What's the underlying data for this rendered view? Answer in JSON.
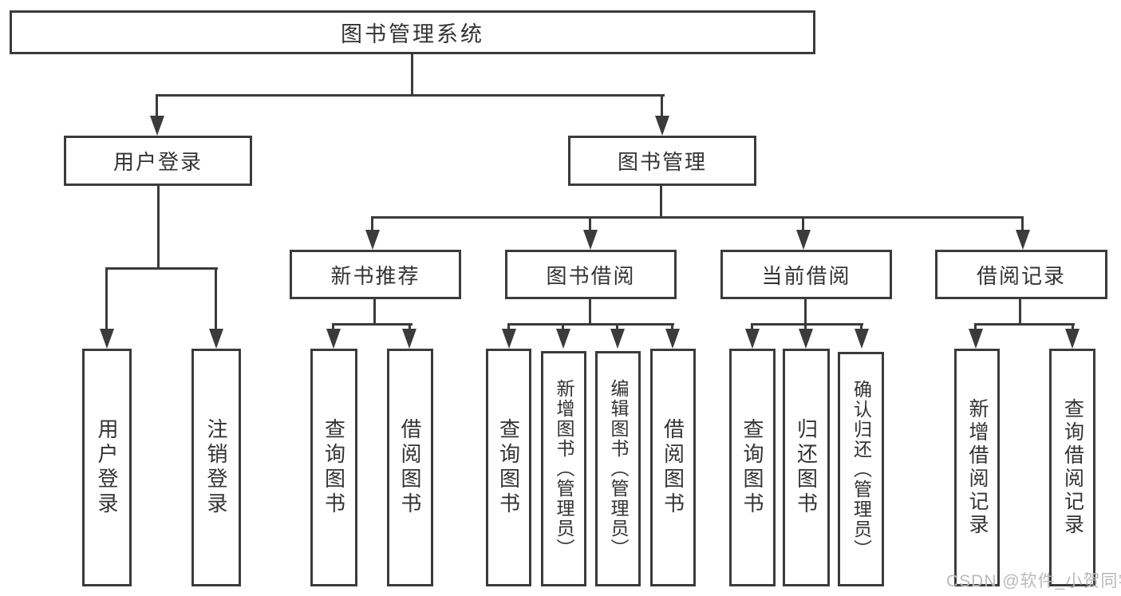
{
  "diagram": {
    "title": "图书管理系统",
    "root": {
      "label": "图书管理系统"
    },
    "level2": [
      {
        "label": "用户登录"
      },
      {
        "label": "图书管理"
      }
    ],
    "level3": [
      {
        "label": "新书推荐",
        "parent": "图书管理"
      },
      {
        "label": "图书借阅",
        "parent": "图书管理"
      },
      {
        "label": "当前借阅",
        "parent": "图书管理"
      },
      {
        "label": "借阅记录",
        "parent": "图书管理"
      }
    ],
    "level4": [
      {
        "label": "用户登录",
        "parent": "用户登录"
      },
      {
        "label": "注销登录",
        "parent": "用户登录"
      },
      {
        "label": "查询图书",
        "parent": "新书推荐"
      },
      {
        "label": "借阅图书",
        "parent": "新书推荐"
      },
      {
        "label": "查询图书",
        "parent": "图书借阅"
      },
      {
        "label": "新增图书（管理员）",
        "parent": "图书借阅"
      },
      {
        "label": "编辑图书（管理员）",
        "parent": "图书借阅"
      },
      {
        "label": "借阅图书",
        "parent": "图书借阅"
      },
      {
        "label": "查询图书",
        "parent": "当前借阅"
      },
      {
        "label": "归还图书",
        "parent": "当前借阅"
      },
      {
        "label": "确认归还（管理员）",
        "parent": "当前借阅"
      },
      {
        "label": "新增借阅记录",
        "parent": "借阅记录"
      },
      {
        "label": "查询借阅记录",
        "parent": "借阅记录"
      }
    ],
    "watermark": "CSDN @软件_小贺同学",
    "colors": {
      "line": "#3b3b3b",
      "text": "#333333",
      "background": "#ffffff",
      "watermark": "#b9b9b9"
    }
  }
}
